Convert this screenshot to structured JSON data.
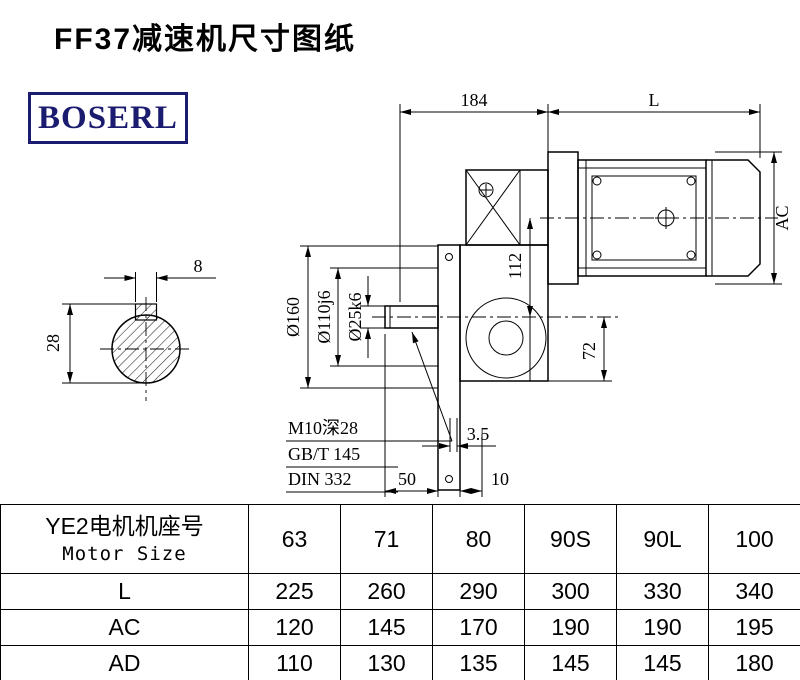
{
  "page": {
    "title": "FF37减速机尺寸图纸",
    "logo_text": "BOSERL"
  },
  "drawing": {
    "dim_184": "184",
    "dim_L": "L",
    "dim_AC": "AC",
    "dim_112": "112",
    "dim_72": "72",
    "dia_160": "Ø160",
    "dia_110": "Ø110j6",
    "dia_25": "Ø25k6",
    "thread_note": "M10深28",
    "std_gb": "GB/T 145",
    "std_din": "DIN 332",
    "dim_3_5": "3.5",
    "dim_50": "50",
    "dim_10": "10",
    "key_width": "8",
    "key_height": "28"
  },
  "table": {
    "header_cn": "YE2电机机座号",
    "header_en": "Motor Size",
    "sizes": [
      "63",
      "71",
      "80",
      "90S",
      "90L",
      "100"
    ],
    "rows": [
      {
        "label": "L",
        "values": [
          "225",
          "260",
          "290",
          "300",
          "330",
          "340"
        ]
      },
      {
        "label": "AC",
        "values": [
          "120",
          "145",
          "170",
          "190",
          "190",
          "195"
        ]
      },
      {
        "label": "AD",
        "values": [
          "110",
          "130",
          "135",
          "145",
          "145",
          "180"
        ]
      }
    ]
  }
}
